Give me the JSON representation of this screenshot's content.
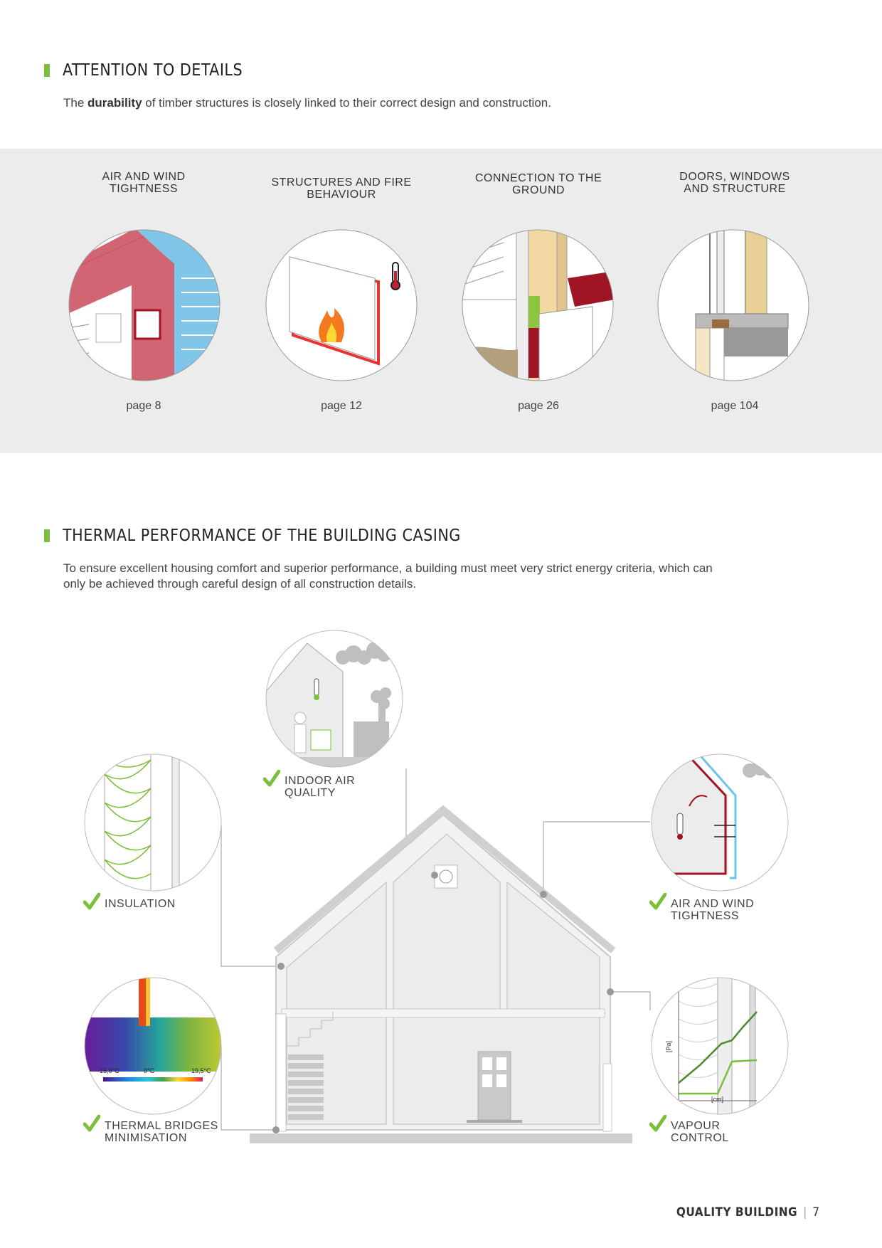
{
  "section1": {
    "title": "ATTENTION TO DETAILS",
    "intro_before": "The ",
    "intro_bold": "durability",
    "intro_after": " of timber structures is closely linked to their correct design and construction."
  },
  "cards": [
    {
      "title_line1": "AIR AND WIND",
      "title_line2": "TIGHTNESS",
      "page": "page 8"
    },
    {
      "title_line1": "STRUCTURES AND FIRE",
      "title_line2": "BEHAVIOUR",
      "page": "page 12"
    },
    {
      "title_line1": "CONNECTION TO THE",
      "title_line2": "GROUND",
      "page": "page 26"
    },
    {
      "title_line1": "DOORS, WINDOWS",
      "title_line2": "AND STRUCTURE",
      "page": "page 104"
    }
  ],
  "section2": {
    "title": "THERMAL PERFORMANCE OF THE BUILDING CASING",
    "intro_line1": "To ensure excellent housing comfort and superior performance, a building must meet very strict energy criteria, which can",
    "intro_line2": "only be achieved through careful design of all construction details."
  },
  "diagram": {
    "indoor_air": {
      "line1": "INDOOR AIR",
      "line2": "QUALITY"
    },
    "insulation": {
      "line1": "INSULATION"
    },
    "air_wind": {
      "line1": "AIR AND WIND",
      "line2": "TIGHTNESS"
    },
    "thermal_bridges": {
      "line1": "THERMAL BRIDGES",
      "line2": "MINIMISATION"
    },
    "vapour": {
      "line1": "VAPOUR",
      "line2": "CONTROL"
    },
    "thermal_scale": {
      "min": "-15,0°C",
      "mid": "0°C",
      "max": "19,5°C"
    },
    "vapour_axis": {
      "y": "[Pa]",
      "x": "[cm]"
    }
  },
  "colors": {
    "accent": "#7bbf3a",
    "red": "#b5172b",
    "blue": "#6fc3e8"
  },
  "footer": {
    "label": "QUALITY BUILDING",
    "separator": "|",
    "page_number": "7"
  }
}
